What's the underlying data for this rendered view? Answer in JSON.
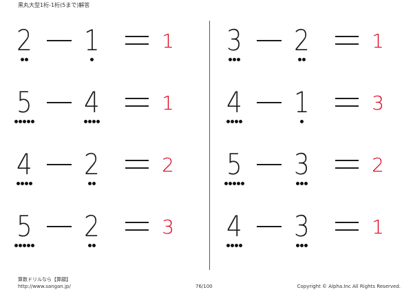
{
  "header": {
    "title": "黒丸大型1桁-1桁(5まで)解答"
  },
  "colors": {
    "answer": "#e0001b",
    "text": "#1a1a1a"
  },
  "operator_minus": "minus-sign",
  "operator_equals": "equals-sign",
  "left_column": [
    {
      "a": "2",
      "b": "1",
      "a_dots": 2,
      "b_dots": 1,
      "answer": "1"
    },
    {
      "a": "5",
      "b": "4",
      "a_dots": 5,
      "b_dots": 4,
      "answer": "1"
    },
    {
      "a": "4",
      "b": "2",
      "a_dots": 4,
      "b_dots": 2,
      "answer": "2"
    },
    {
      "a": "5",
      "b": "2",
      "a_dots": 5,
      "b_dots": 2,
      "answer": "3"
    }
  ],
  "right_column": [
    {
      "a": "3",
      "b": "2",
      "a_dots": 3,
      "b_dots": 2,
      "answer": "1"
    },
    {
      "a": "4",
      "b": "1",
      "a_dots": 4,
      "b_dots": 1,
      "answer": "3"
    },
    {
      "a": "5",
      "b": "3",
      "a_dots": 5,
      "b_dots": 3,
      "answer": "2"
    },
    {
      "a": "4",
      "b": "3",
      "a_dots": 4,
      "b_dots": 3,
      "answer": "1"
    }
  ],
  "footer": {
    "brand": "算数ドリルなら【算願】",
    "url": "http://www.sangan.jp/",
    "page": "76/100",
    "copyright": "Copyright © Alpha.Inc All Rights Reserved."
  }
}
